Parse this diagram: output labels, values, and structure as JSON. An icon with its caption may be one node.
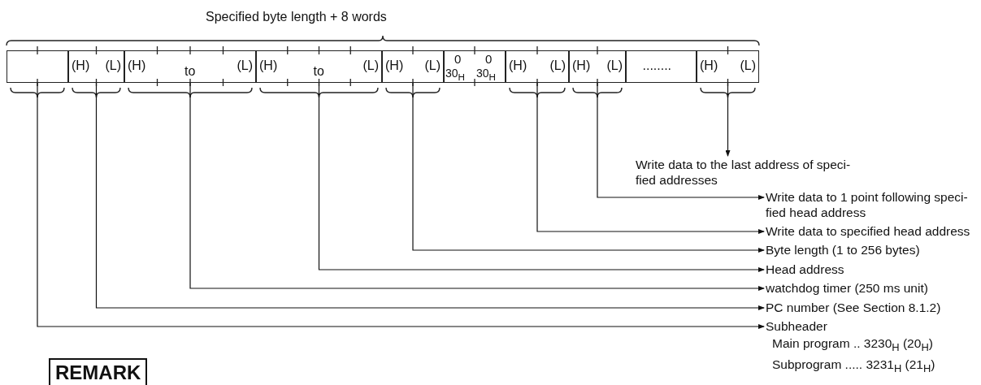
{
  "diagram": {
    "nodes": [
      {
        "text": [],
        "shape": "box"
      },
      {
        "text": [
          "(H)",
          "(L)"
        ]
      },
      {
        "text": [
          "(H)",
          "to",
          "(L)"
        ]
      },
      {
        "text": [
          "(H)",
          "to",
          "(L)"
        ]
      },
      {
        "text": [
          "(H)",
          "(L)"
        ]
      },
      {
        "text": [
          "0",
          "30$_{H}$",
          "0",
          "30$_{H}$"
        ]
      },
      {
        "text": [
          "(H)",
          "(L)"
        ]
      },
      {
        "text": [
          "(H)",
          "(L)"
        ]
      },
      {
        "text": [
          "........"
        ]
      },
      {
        "text": [
          "(H)",
          "(L)"
        ]
      },
      {
        "text": [
          "Write data to the last address of speci- fied addresses"
        ]
      },
      {
        "text": [
          "Write data to 1 point following speci- fied head address"
        ]
      },
      {
        "text": [
          "Write data to specified head address"
        ]
      },
      {
        "text": [
          "Byte length (1 to 256 bytes)"
        ]
      },
      {
        "text": [
          "Head address"
        ]
      },
      {
        "text": [
          "watchdog timer (250 ms unit)"
        ]
      },
      {
        "text": [
          "PC number (See Section 8.1.2)"
        ]
      },
      {
        "text": [
          "Subheader",
          "Main program .. 3230$_{H}$ (20$_{H}$)",
          "Subprogram ..... 3231$_{H}$ (21$_{H}$)"
        ]
      },
      {
        "text": [
          "REMARK"
        ]
      }
    ],
    "edges": [
      {
        "from": 9,
        "to": 10,
        "arrow": "to"
      },
      {
        "from": 7,
        "to": 11,
        "arrow": "to"
      },
      {
        "from": 6,
        "to": 12,
        "arrow": "to"
      },
      {
        "from": 4,
        "to": 13,
        "arrow": "to"
      },
      {
        "from": 3,
        "to": 14,
        "arrow": "to"
      },
      {
        "from": 2,
        "to": 15,
        "arrow": "to"
      },
      {
        "from": 1,
        "to": 16,
        "arrow": "to"
      },
      {
        "from": 0,
        "to": 17,
        "arrow": "to"
      }
    ],
    "labels": [
      "Specified byte length + 8 words"
    ]
  }
}
